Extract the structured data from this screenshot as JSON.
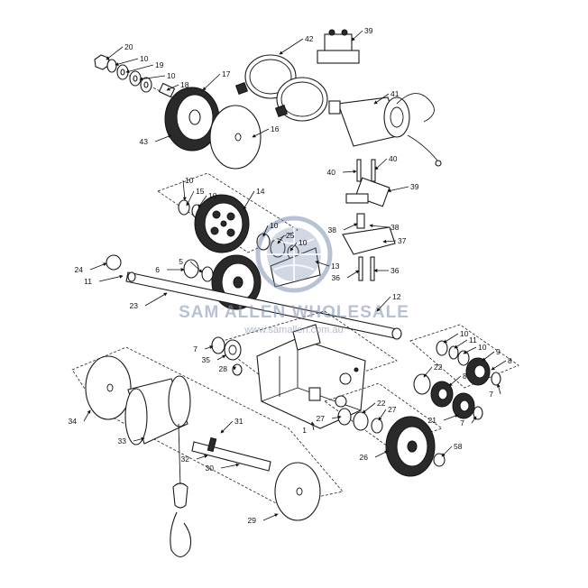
{
  "watermark": {
    "name": "SAM ALLEN WHOLESALE",
    "url": "www.samallen.com.au",
    "color": "#7f8fb0",
    "logo_icon": "sam-allen-globe-logo-icon"
  },
  "callouts": [
    {
      "id": "c20",
      "label": "20"
    },
    {
      "id": "c10a",
      "label": "10"
    },
    {
      "id": "c19",
      "label": "19"
    },
    {
      "id": "c10b",
      "label": "10"
    },
    {
      "id": "c18",
      "label": "18"
    },
    {
      "id": "c17",
      "label": "17"
    },
    {
      "id": "c43",
      "label": "43"
    },
    {
      "id": "c16",
      "label": "16"
    },
    {
      "id": "c42",
      "label": "42"
    },
    {
      "id": "c39a",
      "label": "39"
    },
    {
      "id": "c41",
      "label": "41"
    },
    {
      "id": "c40a",
      "label": "40"
    },
    {
      "id": "c40b",
      "label": "40"
    },
    {
      "id": "c39b",
      "label": "39"
    },
    {
      "id": "c10c",
      "label": "10"
    },
    {
      "id": "c15",
      "label": "15"
    },
    {
      "id": "c10d",
      "label": "10"
    },
    {
      "id": "c14",
      "label": "14"
    },
    {
      "id": "c10e",
      "label": "10"
    },
    {
      "id": "c25",
      "label": "25"
    },
    {
      "id": "c10f",
      "label": "10"
    },
    {
      "id": "c38a",
      "label": "38"
    },
    {
      "id": "c38b",
      "label": "38"
    },
    {
      "id": "c37",
      "label": "37"
    },
    {
      "id": "c24",
      "label": "24"
    },
    {
      "id": "c11a",
      "label": "11"
    },
    {
      "id": "c6",
      "label": "6"
    },
    {
      "id": "c5",
      "label": "5"
    },
    {
      "id": "c13",
      "label": "13"
    },
    {
      "id": "c36a",
      "label": "36"
    },
    {
      "id": "c36b",
      "label": "36"
    },
    {
      "id": "c23",
      "label": "23"
    },
    {
      "id": "c12",
      "label": "12"
    },
    {
      "id": "c7a",
      "label": "7"
    },
    {
      "id": "c35",
      "label": "35"
    },
    {
      "id": "c28",
      "label": "28"
    },
    {
      "id": "c10g",
      "label": "10"
    },
    {
      "id": "c11b",
      "label": "11"
    },
    {
      "id": "c10h",
      "label": "10"
    },
    {
      "id": "c9",
      "label": "9"
    },
    {
      "id": "c8a",
      "label": "8"
    },
    {
      "id": "c22a",
      "label": "22"
    },
    {
      "id": "c8b",
      "label": "8"
    },
    {
      "id": "c7b",
      "label": "7"
    },
    {
      "id": "c7c",
      "label": "7"
    },
    {
      "id": "c21",
      "label": "21"
    },
    {
      "id": "c22b",
      "label": "22"
    },
    {
      "id": "c27a",
      "label": "27"
    },
    {
      "id": "c27b",
      "label": "27"
    },
    {
      "id": "c34",
      "label": "34"
    },
    {
      "id": "c33",
      "label": "33"
    },
    {
      "id": "c31",
      "label": "31"
    },
    {
      "id": "c32",
      "label": "32"
    },
    {
      "id": "c30",
      "label": "30"
    },
    {
      "id": "c26",
      "label": "26"
    },
    {
      "id": "c58",
      "label": "58"
    },
    {
      "id": "c29",
      "label": "29"
    },
    {
      "id": "c1",
      "label": "1"
    }
  ]
}
